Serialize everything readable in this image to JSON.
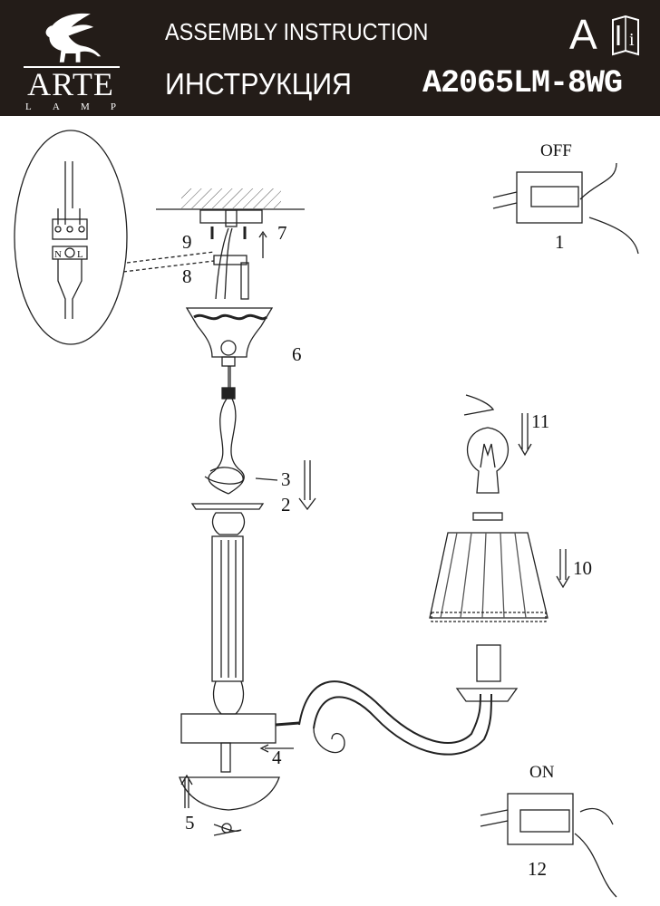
{
  "header": {
    "brand": "ARTE",
    "brand_sub": [
      "L",
      "A",
      "M",
      "P"
    ],
    "title_en": "ASSEMBLY INSTRUCTION",
    "title_ru": "ИНСТРУКЦИЯ",
    "model": "A2065LM-8WG",
    "language": "A",
    "manual_icon": "manual-book-icon",
    "manual_icon_letter": "i"
  },
  "diagram": {
    "switch_off": "OFF",
    "switch_on": "ON",
    "terminal_n": "N",
    "terminal_l": "L",
    "steps": [
      "1",
      "2",
      "3",
      "4",
      "5",
      "6",
      "7",
      "8",
      "9",
      "10",
      "11",
      "12"
    ]
  }
}
